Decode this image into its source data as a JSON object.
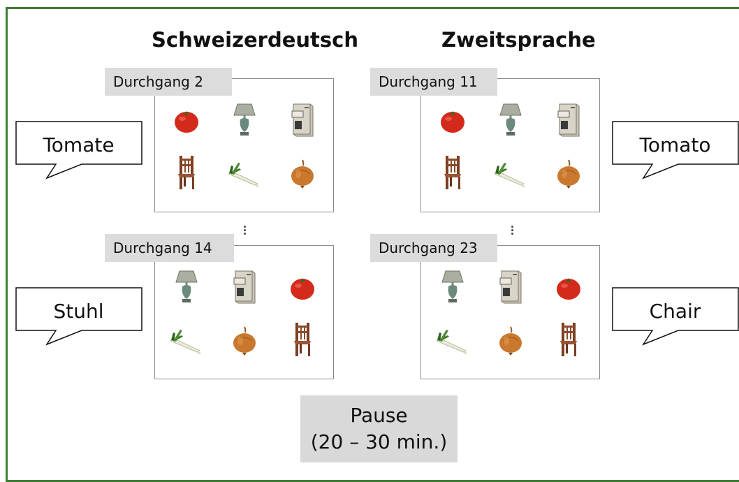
{
  "columns": {
    "left_title": "Schweizerdeutsch",
    "right_title": "Zweitsprache"
  },
  "trials": {
    "top_left": "Durchgang 2",
    "top_right": "Durchgang 11",
    "bottom_left": "Durchgang 14",
    "bottom_right": "Durchgang 23"
  },
  "bubbles": {
    "top_left": "Tomate",
    "top_right": "Tomato",
    "bottom_left": "Stuhl",
    "bottom_right": "Chair"
  },
  "pause": {
    "line1": "Pause",
    "line2": "(20 – 30 min.)"
  },
  "objects": {
    "top_order": [
      "tomato-icon",
      "lamp-icon",
      "cabinet-icon",
      "chair-icon",
      "leek-icon",
      "onion-icon"
    ],
    "bottom_order": [
      "lamp-icon",
      "cabinet-icon",
      "tomato-icon",
      "leek-icon",
      "onion-icon",
      "chair-icon"
    ]
  },
  "colors": {
    "frame": "#3e7d34",
    "label_bg": "#dcdcdc",
    "pause_bg": "#d9d9d9"
  }
}
